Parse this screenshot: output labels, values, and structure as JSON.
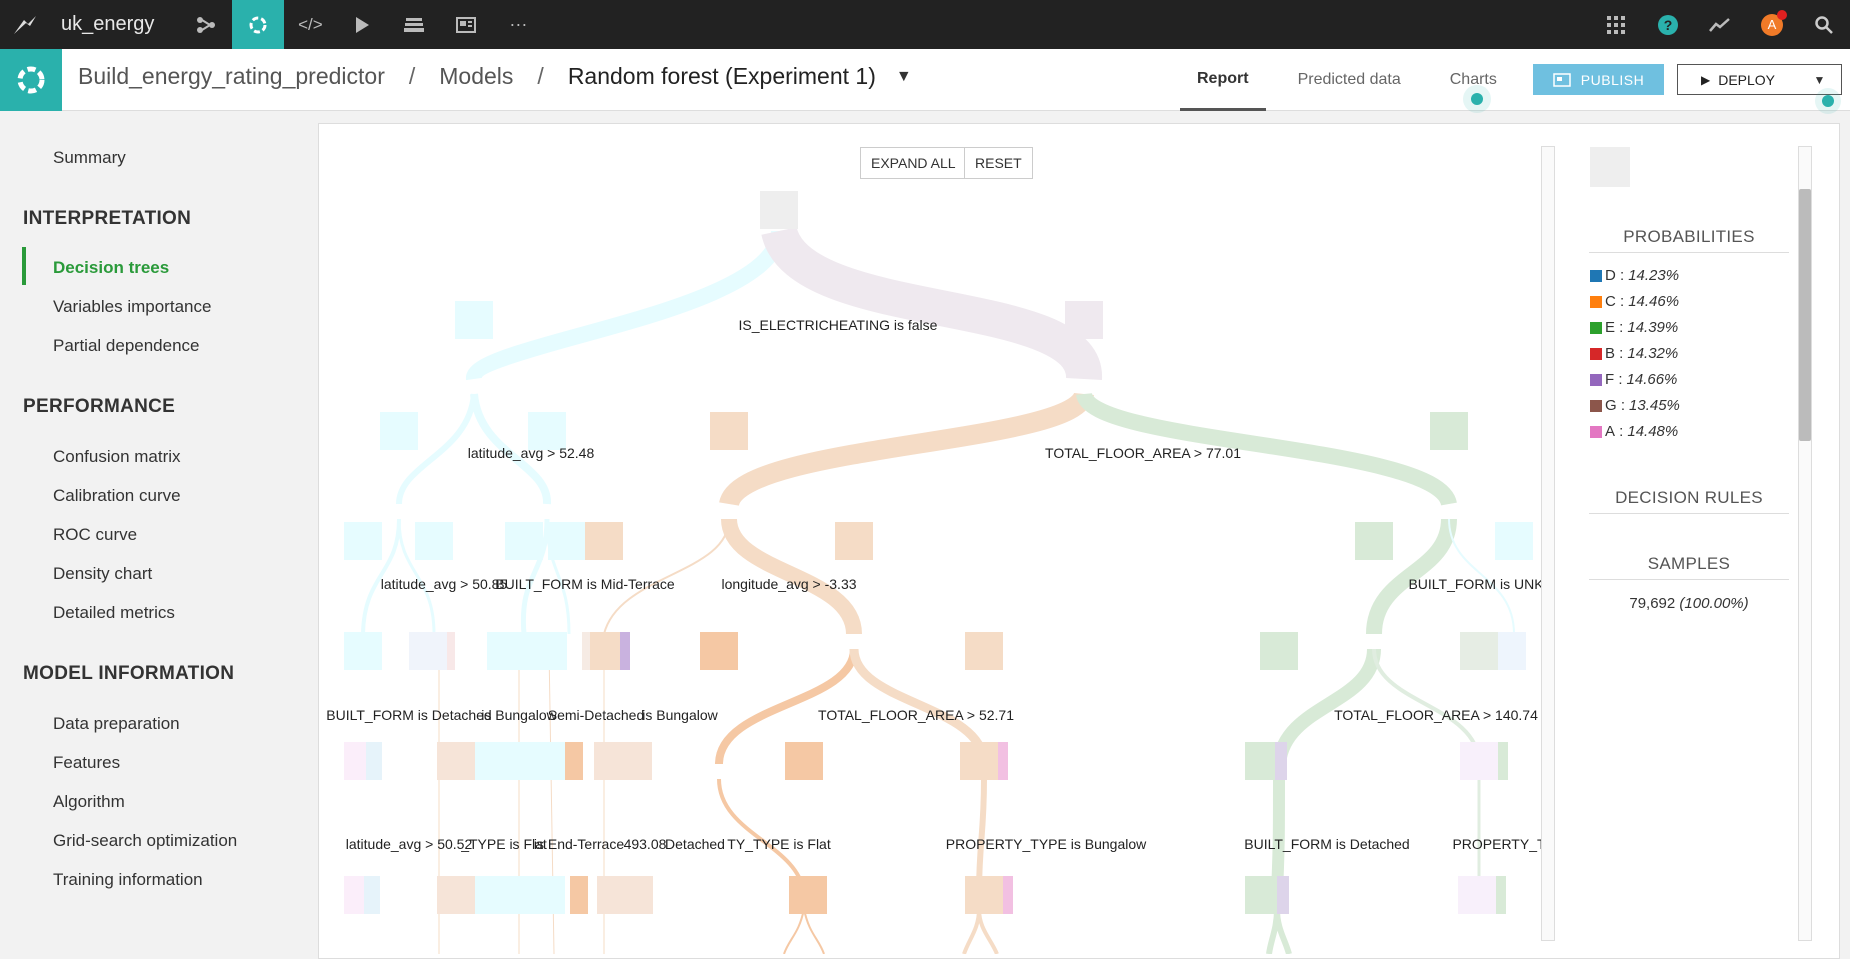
{
  "topbar": {
    "project": "uk_energy",
    "icons": [
      "bird-logo-icon",
      "flow-icon",
      "ml-icon",
      "code-icon",
      "play-icon",
      "stack-icon",
      "dashboard-icon",
      "more-icon"
    ],
    "right_icons": [
      "apps-grid-icon",
      "help-icon",
      "activity-icon",
      "avatar",
      "search-icon"
    ],
    "avatar_letter": "A"
  },
  "header": {
    "crumbs": [
      "Build_energy_rating_predictor",
      "Models",
      "Random forest (Experiment 1)"
    ],
    "tabs": [
      "Report",
      "Predicted data",
      "Charts"
    ],
    "active_tab": "Report",
    "publish_label": "PUBLISH",
    "deploy_label": "DEPLOY"
  },
  "sidebar": {
    "summary": "Summary",
    "sections": [
      {
        "title": "INTERPRETATION",
        "items": [
          "Decision trees",
          "Variables importance",
          "Partial dependence"
        ]
      },
      {
        "title": "PERFORMANCE",
        "items": [
          "Confusion matrix",
          "Calibration curve",
          "ROC curve",
          "Density chart",
          "Detailed metrics"
        ]
      },
      {
        "title": "MODEL INFORMATION",
        "items": [
          "Data preparation",
          "Features",
          "Algorithm",
          "Grid-search optimization",
          "Training information"
        ]
      }
    ],
    "active_item": "Decision trees"
  },
  "tree": {
    "expand_all": "EXPAND ALL",
    "reset": "RESET",
    "labels": {
      "root": "IS_ELECTRICHEATING is false",
      "l1a": "latitude_avg > 52.48",
      "l1b": "TOTAL_FLOOR_AREA > 77.01",
      "l2a": "latitude_avg > 50.85",
      "l2b": "BUILT_FORM is Mid-Terrace",
      "l2c": "longitude_avg > -3.33",
      "l2d": "BUILT_FORM is UNK",
      "l3a": "BUILT_FORM is Detached",
      "l3b": "is Bungalow",
      "l3c": "Semi-Detached",
      "l3d": "is Bungalow",
      "l3e": "TOTAL_FLOOR_AREA > 52.71",
      "l3f": "TOTAL_FLOOR_AREA > 140.74",
      "l4a": "latitude_avg > 50.52",
      "l4b": "_TYPE is Flat",
      "l4c": "is End-Terrace",
      "l4d": "493.08",
      "l4e": "Detached",
      "l4f": "TY_TYPE is Flat",
      "l4g": "PROPERTY_TYPE is Bungalow",
      "l4h": "BUILT_FORM is Detached",
      "l4i": "PROPERTY_T"
    }
  },
  "info": {
    "probabilities_title": "PROBABILITIES",
    "probabilities": [
      {
        "label": "D",
        "value": "14.23%",
        "color": "#1f77b4"
      },
      {
        "label": "C",
        "value": "14.46%",
        "color": "#ff7f0e"
      },
      {
        "label": "E",
        "value": "14.39%",
        "color": "#2ca02c"
      },
      {
        "label": "B",
        "value": "14.32%",
        "color": "#d62728"
      },
      {
        "label": "F",
        "value": "14.66%",
        "color": "#9467bd"
      },
      {
        "label": "G",
        "value": "13.45%",
        "color": "#8c564b"
      },
      {
        "label": "A",
        "value": "14.48%",
        "color": "#e377c2"
      }
    ],
    "decision_rules_title": "DECISION RULES",
    "samples_title": "SAMPLES",
    "samples_count": "79,692",
    "samples_pct": "(100.00%)"
  },
  "colors": {
    "accent": "#2ab1ac",
    "active_green": "#2a9a3a",
    "publish": "#6fc0e0"
  }
}
